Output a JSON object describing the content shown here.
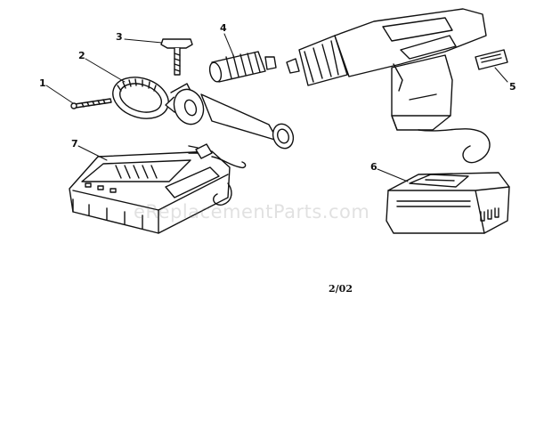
{
  "diagram": {
    "date_code": "2/02",
    "watermark": "eReplacementParts.com",
    "line_color": "#111111",
    "background": "#ffffff",
    "parts": [
      {
        "number": "1",
        "icon": "screw-icon"
      },
      {
        "number": "2",
        "icon": "handle-clamp-icon"
      },
      {
        "number": "3",
        "icon": "thumb-screw-icon"
      },
      {
        "number": "4",
        "icon": "chuck-icon"
      },
      {
        "number": "5",
        "icon": "nameplate-icon"
      },
      {
        "number": "6",
        "icon": "battery-pack-icon"
      },
      {
        "number": "7",
        "icon": "charger-icon"
      }
    ]
  }
}
